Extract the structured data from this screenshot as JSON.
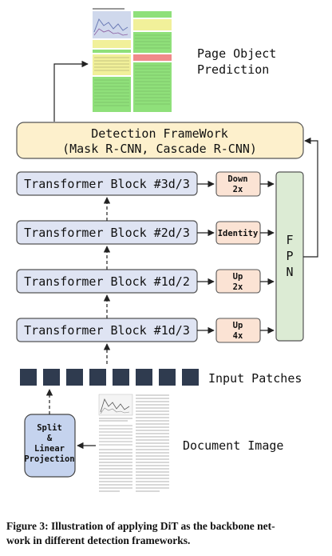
{
  "diagram": {
    "page_object_prediction": [
      "Page Object",
      "Prediction"
    ],
    "detection_framework": {
      "line1": "Detection FrameWork",
      "line2": "(Mask R-CNN, Cascade R-CNN)"
    },
    "transformer_blocks": [
      "Transformer Block #3d/3",
      "Transformer Block #2d/3",
      "Transformer Block #1d/2",
      "Transformer Block #1d/3"
    ],
    "scale_ops": [
      [
        "Down",
        "2x"
      ],
      [
        "Identity"
      ],
      [
        "Up",
        "2x"
      ],
      [
        "Up",
        "4x"
      ]
    ],
    "fpn_letters": [
      "F",
      "P",
      "N"
    ],
    "input_patches_label": "Input Patches",
    "patch_count": 8,
    "split_projection": [
      "Split",
      "&",
      "Linear",
      "Projection"
    ],
    "document_image_label": "Document Image"
  },
  "caption": {
    "line1": "Figure 3: Illustration of applying DiT as the backbone net-",
    "line2": "work in different detection frameworks."
  },
  "colors": {
    "framework_fill": "#fdf0cc",
    "block_fill": "#dfe4f3",
    "op_fill": "#fbe3d4",
    "fpn_fill": "#dcebd4",
    "patch_fill": "#2f3b4f",
    "split_fill": "#c5d3ee",
    "highlight_green": "#8fe07a",
    "highlight_yellow": "#f1f09a"
  }
}
